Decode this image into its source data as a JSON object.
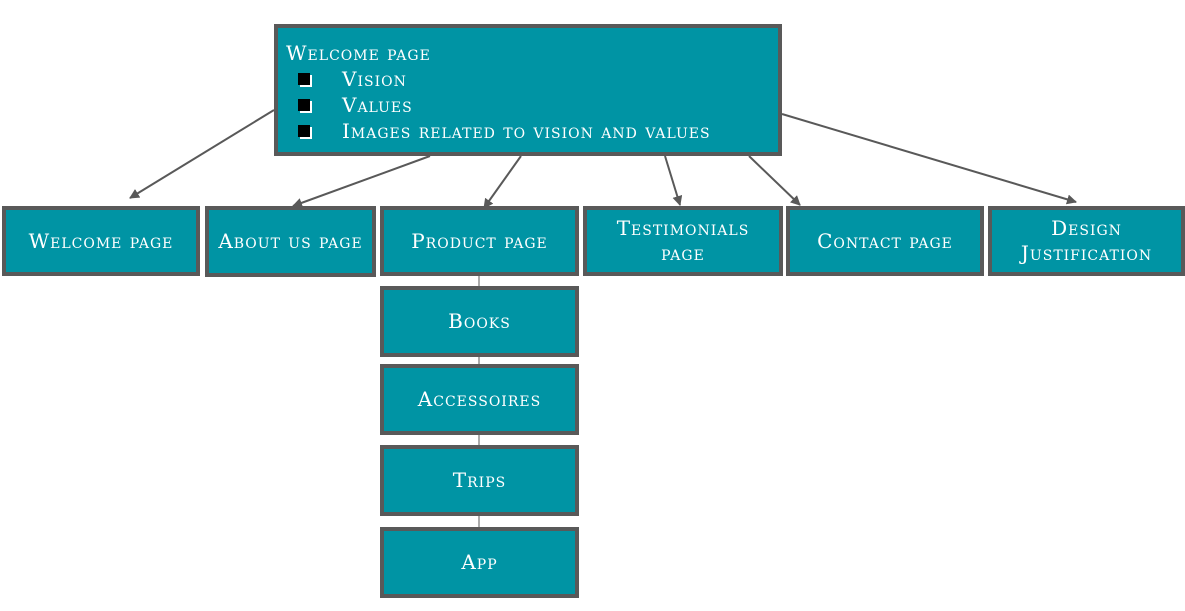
{
  "root": {
    "title": "Welcome page",
    "items": [
      {
        "label": "Vision"
      },
      {
        "label": "Values"
      },
      {
        "label": "Images related to vision and values"
      }
    ]
  },
  "pages": {
    "welcome": "Welcome page",
    "about": "About us page",
    "product": "Product page",
    "testimonials": "Testimonials page",
    "contact": "Contact page",
    "design": "Design Justification"
  },
  "product_children": {
    "books": "Books",
    "accessoires": "Accessoires",
    "trips": "Trips",
    "app": "App"
  },
  "colors": {
    "node_fill": "#0094a4",
    "node_border": "#595959",
    "connector": "#595959",
    "text": "#ffffff"
  }
}
